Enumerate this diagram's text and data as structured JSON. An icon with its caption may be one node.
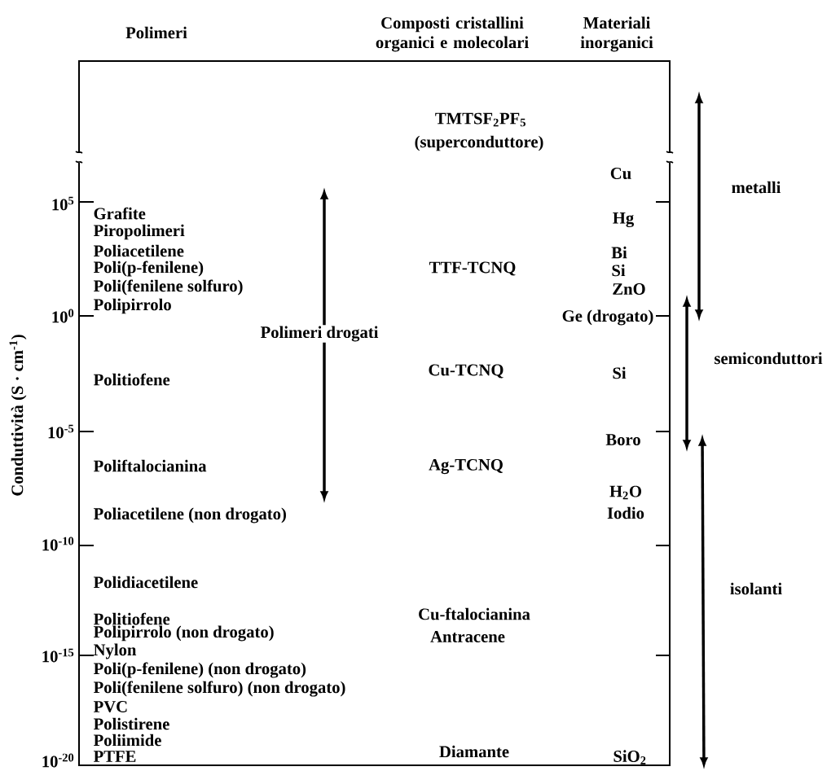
{
  "diagram": {
    "labels": [
      "Polimeri",
      "Composti cristallini organici e molecolari",
      "Materiali inorganici",
      "Conduttività (S · cm$^{-1}$)",
      "10$^{5}$",
      "10$^{0}$",
      "10$^{-5}$",
      "10$^{-10}$",
      "10$^{-15}$",
      "10$^{-20}$",
      "Grafite",
      "Piropolimeri",
      "Poliacetilene",
      "Poli(p-fenilene)",
      "Poli(fenilene solfuro)",
      "Polipirrolo",
      "Politiofene",
      "Poliftalocianina",
      "Poliacetilene (non drogato)",
      "Polidiacetilene",
      "Politiofene",
      "Polipirrolo (non drogato)",
      "Nylon",
      "Poli(p-fenilene) (non drogato)",
      "Poli(fenilene solfuro) (non drogato)",
      "PVC",
      "Polistirene",
      "Poliimide",
      "PTFE",
      "Polimeri drogati",
      "TMTSF$_{2}$PF$_{5}$",
      "(superconduttore)",
      "TTF-TCNQ",
      "Cu-TCNQ",
      "Ag-TCNQ",
      "Cu-ftalocianina",
      "Antracene",
      "Diamante",
      "Cu",
      "Hg",
      "Bi",
      "Si",
      "ZnO",
      "Ge (drogato)",
      "Si",
      "Boro",
      "H$_{2}$O",
      "Iodio",
      "SiO$_{2}$",
      "metalli",
      "semiconduttori",
      "isolanti"
    ]
  }
}
